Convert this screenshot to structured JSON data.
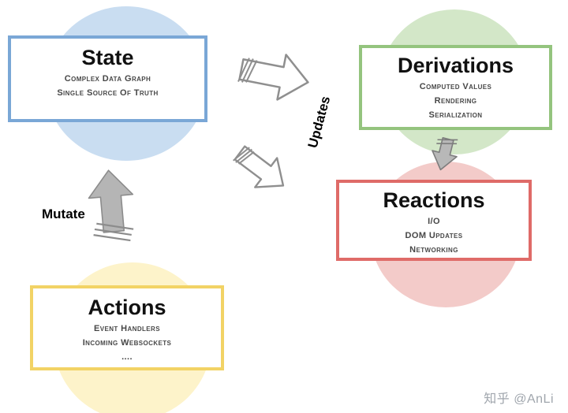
{
  "nodes": [
    {
      "id": "state",
      "title": "State",
      "lines": [
        "Complex Data Graph",
        "Single Source Of Truth"
      ],
      "accent_color": "#7aa7d6",
      "circle_color": "#c9ddf1"
    },
    {
      "id": "derivations",
      "title": "Derivations",
      "lines": [
        "Computed Values",
        "Rendering",
        "Serialization"
      ],
      "accent_color": "#94c47e",
      "circle_color": "#d3e7c8"
    },
    {
      "id": "reactions",
      "title": "Reactions",
      "lines": [
        "I/O",
        "DOM Updates",
        "Networking"
      ],
      "accent_color": "#df6b68",
      "circle_color": "#f3cbc9"
    },
    {
      "id": "actions",
      "title": "Actions",
      "lines": [
        "Event Handlers",
        "Incoming Websockets",
        "...."
      ],
      "accent_color": "#f2d365",
      "circle_color": "#fdf3ca"
    }
  ],
  "labels": {
    "updates": "Updates",
    "mutate": "Mutate"
  },
  "arrows": [
    {
      "name": "state-to-derivations-arrow",
      "style": "outline",
      "color": "#8f8f8f"
    },
    {
      "name": "state-to-reactions-arrow",
      "style": "outline",
      "color": "#8f8f8f"
    },
    {
      "name": "derivations-to-reactions-arrow",
      "style": "filled",
      "color": "#b8b8b8"
    },
    {
      "name": "actions-to-state-arrow",
      "style": "filled",
      "color": "#b5b5b5"
    }
  ],
  "watermark": "知乎 @AnLi"
}
